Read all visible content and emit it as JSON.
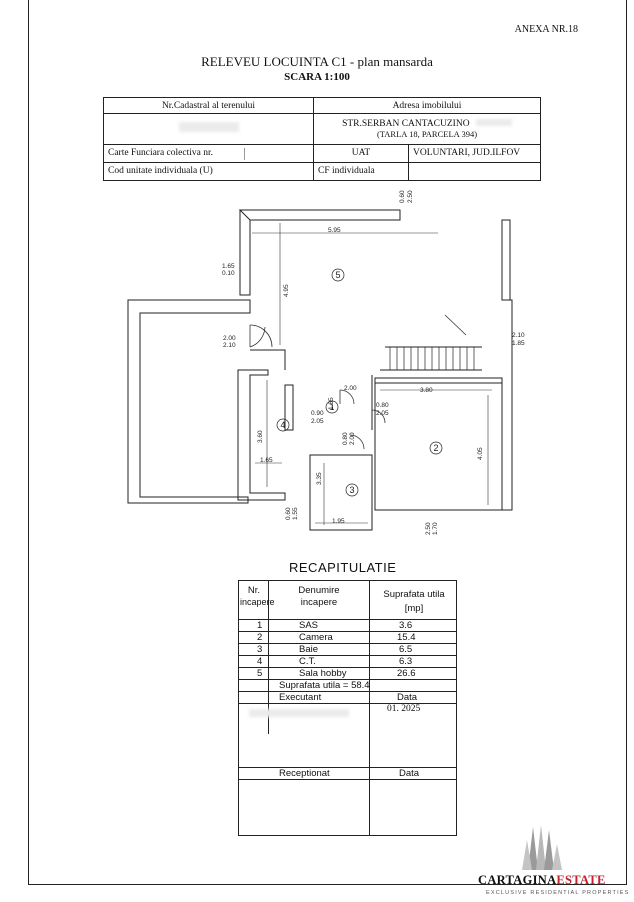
{
  "header": {
    "annex": "ANEXA NR.18",
    "title": "RELEVEU LOCUINTA C1 - plan mansarda",
    "scale": "SCARA 1:100"
  },
  "cadastral": {
    "col1_header": "Nr.Cadastral al terenului",
    "col2_header": "Adresa imobilului",
    "address_line1": "STR.SERBAN CANTACUZINO",
    "address_line2": "(TARLA 18, PARCELA 394)",
    "land_book_label": "Carte Funciara colectiva nr.",
    "uat_label": "UAT",
    "uat_value": "VOLUNTARI, JUD.ILFOV",
    "unit_code_label": "Cod unitate individuala (U)",
    "cf_label": "CF individuala"
  },
  "floorplan": {
    "dims": {
      "top_width": "5.95",
      "hall_height": "4.95",
      "left_window": "1.65",
      "left_window_h": "0.10",
      "door_left": "2.00",
      "door_left_h": "2.10",
      "right_window": "2.10",
      "right_window_h": "1.85",
      "top_window": "0.60",
      "top_window_h": "2.50",
      "sas_width": "2.00",
      "room2_width": "3.80",
      "room2_height": "4.05",
      "ct_height": "3.60",
      "ct_width": "1.65",
      "bath_height": "3.35",
      "bath_width": "1.95",
      "door_ct": "0.90",
      "door_ct_h": "2.05",
      "door_ct_v": "1.85",
      "door_sas": "0.80",
      "door_sas_h": "2.00",
      "door_r2": "0.80",
      "door_r2_h": "2.05",
      "window_bl": "0.60",
      "window_bl_h": "1.55",
      "window_br": "2.50",
      "window_br_h": "1.70"
    },
    "rooms": [
      "1",
      "2",
      "3",
      "4",
      "5"
    ]
  },
  "recap": {
    "title": "RECAPITULATIE",
    "col_nr": "Nr.",
    "col_nr2": "incapere",
    "col_name": "Denumire",
    "col_name2": "incapere",
    "col_area": "Suprafata utila",
    "col_area2": "[mp]",
    "rows": [
      {
        "nr": "1",
        "name": "SAS",
        "area": "3.6"
      },
      {
        "nr": "2",
        "name": "Camera",
        "area": "15.4"
      },
      {
        "nr": "3",
        "name": "Baie",
        "area": "6.5"
      },
      {
        "nr": "4",
        "name": "C.T.",
        "area": "6.3"
      },
      {
        "nr": "5",
        "name": "Sala hobby",
        "area": "26.6"
      }
    ],
    "total": "Suprafata utila = 58.4",
    "executant": "Executant",
    "data_label": "Data",
    "data_value": "01. 2025",
    "receptionat": "Receptionat",
    "data_label2": "Data"
  },
  "logo": {
    "name_a": "CARTAGINA",
    "name_b": "ESTATE",
    "tagline": "EXCLUSIVE RESIDENTIAL PROPERTIES",
    "accent_color": "#c8202a"
  }
}
